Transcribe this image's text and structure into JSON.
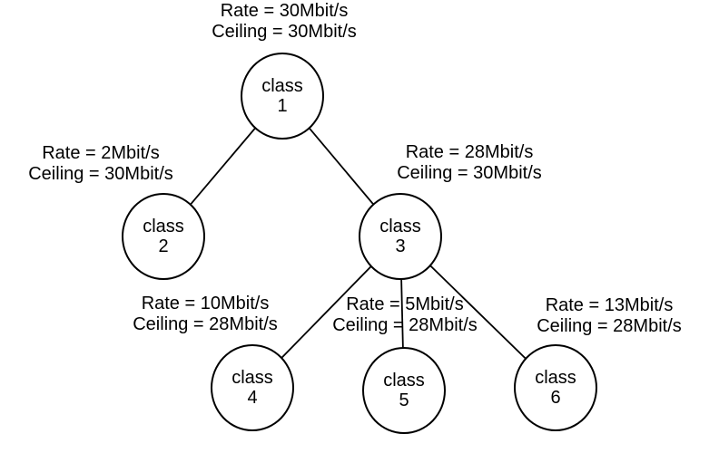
{
  "canvas": {
    "background_color": "#ffffff",
    "stroke_color": "#000000",
    "text_color": "#000000",
    "node_fill_color": "#ffffff"
  },
  "nodes": [
    {
      "word": "class",
      "number": "1",
      "rate": "Rate = 30Mbit/s",
      "ceiling": "Ceiling = 30Mbit/s"
    },
    {
      "word": "class",
      "number": "2",
      "rate": "Rate = 2Mbit/s",
      "ceiling": "Ceiling = 30Mbit/s"
    },
    {
      "word": "class",
      "number": "3",
      "rate": "Rate = 28Mbit/s",
      "ceiling": "Ceiling = 30Mbit/s"
    },
    {
      "word": "class",
      "number": "4",
      "rate": "Rate = 10Mbit/s",
      "ceiling": "Ceiling = 28Mbit/s"
    },
    {
      "word": "class",
      "number": "5",
      "rate": "Rate = 5Mbit/s",
      "ceiling": "Ceiling = 28Mbit/s"
    },
    {
      "word": "class",
      "number": "6",
      "rate": "Rate = 13Mbit/s",
      "ceiling": "Ceiling = 28Mbit/s"
    }
  ],
  "edges": [
    {
      "from": "class 1",
      "to": "class 2"
    },
    {
      "from": "class 1",
      "to": "class 3"
    },
    {
      "from": "class 3",
      "to": "class 4"
    },
    {
      "from": "class 3",
      "to": "class 5"
    },
    {
      "from": "class 3",
      "to": "class 6"
    }
  ]
}
